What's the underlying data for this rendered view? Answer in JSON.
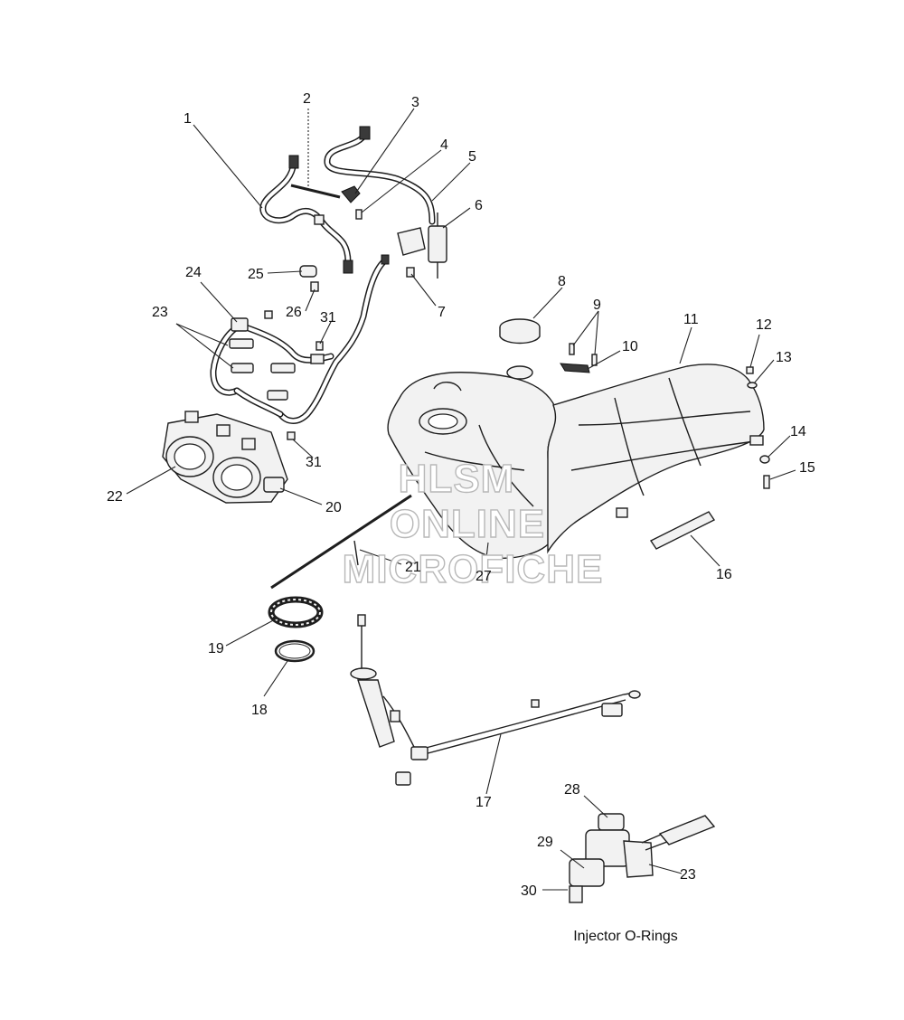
{
  "diagram": {
    "watermark": [
      "HLSM",
      "ONLINE",
      "MICROFICHE"
    ],
    "caption": "Injector O-Rings",
    "callouts": [
      "1",
      "2",
      "3",
      "4",
      "5",
      "6",
      "7",
      "8",
      "9",
      "10",
      "11",
      "12",
      "13",
      "14",
      "15",
      "16",
      "17",
      "18",
      "19",
      "20",
      "21",
      "22",
      "23",
      "24",
      "25",
      "26",
      "27",
      "28",
      "29",
      "30",
      "31"
    ]
  }
}
